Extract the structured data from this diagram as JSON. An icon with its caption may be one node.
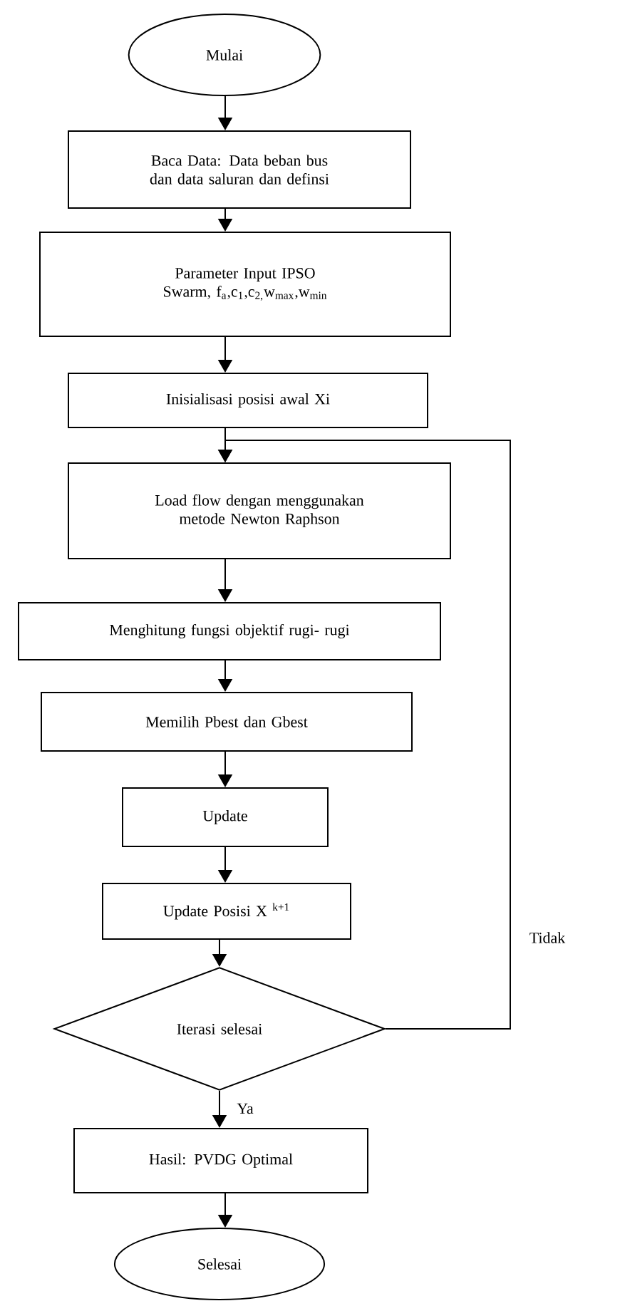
{
  "diagram": {
    "nodes": [
      {
        "text": [
          "Mulai"
        ]
      },
      {
        "text": [
          "Baca Data: Data beban bus dan data saluran dan definsi"
        ]
      },
      {
        "text": [
          "Parameter Input IPSO",
          "Swarm, f$_{a}$,c$_{1}$,c$_{2,}$w$_{max}$,w$_{min}$"
        ]
      },
      {
        "text": [
          "Inisialisasi posisi awal Xi"
        ]
      },
      {
        "text": [
          "Load flow dengan menggunakan metode Newton Raphson"
        ]
      },
      {
        "text": [
          "Menghitung fungsi objektif rugi- rugi"
        ]
      },
      {
        "text": [
          "Memilih Pbest dan Gbest"
        ]
      },
      {
        "text": [
          "Update"
        ]
      },
      {
        "text": [
          "Update Posisi X $^{k+1}$"
        ]
      },
      {
        "text": [
          "Iterasi selesai"
        ]
      },
      {
        "text": [
          "Hasil: PVDG Optimal"
        ]
      },
      {
        "text": [
          "Selesai"
        ]
      }
    ],
    "edges": [
      {
        "from": 0,
        "to": 1,
        "arrow": "to"
      },
      {
        "from": 1,
        "to": 2,
        "arrow": "to"
      },
      {
        "from": 2,
        "to": 3,
        "arrow": "to"
      },
      {
        "from": 3,
        "to": 4,
        "arrow": "to"
      },
      {
        "from": 4,
        "to": 5,
        "arrow": "to"
      },
      {
        "from": 5,
        "to": 6,
        "arrow": "to"
      },
      {
        "from": 6,
        "to": 7,
        "arrow": "to"
      },
      {
        "from": 7,
        "to": 8,
        "arrow": "to"
      },
      {
        "from": 8,
        "to": 9,
        "arrow": "to"
      },
      {
        "from": 9,
        "to": 4,
        "arrow": "to",
        "label": "Tidak"
      },
      {
        "from": 9,
        "to": 10,
        "arrow": "to",
        "label": "Ya"
      },
      {
        "from": 10,
        "to": 11,
        "arrow": "to"
      }
    ]
  }
}
